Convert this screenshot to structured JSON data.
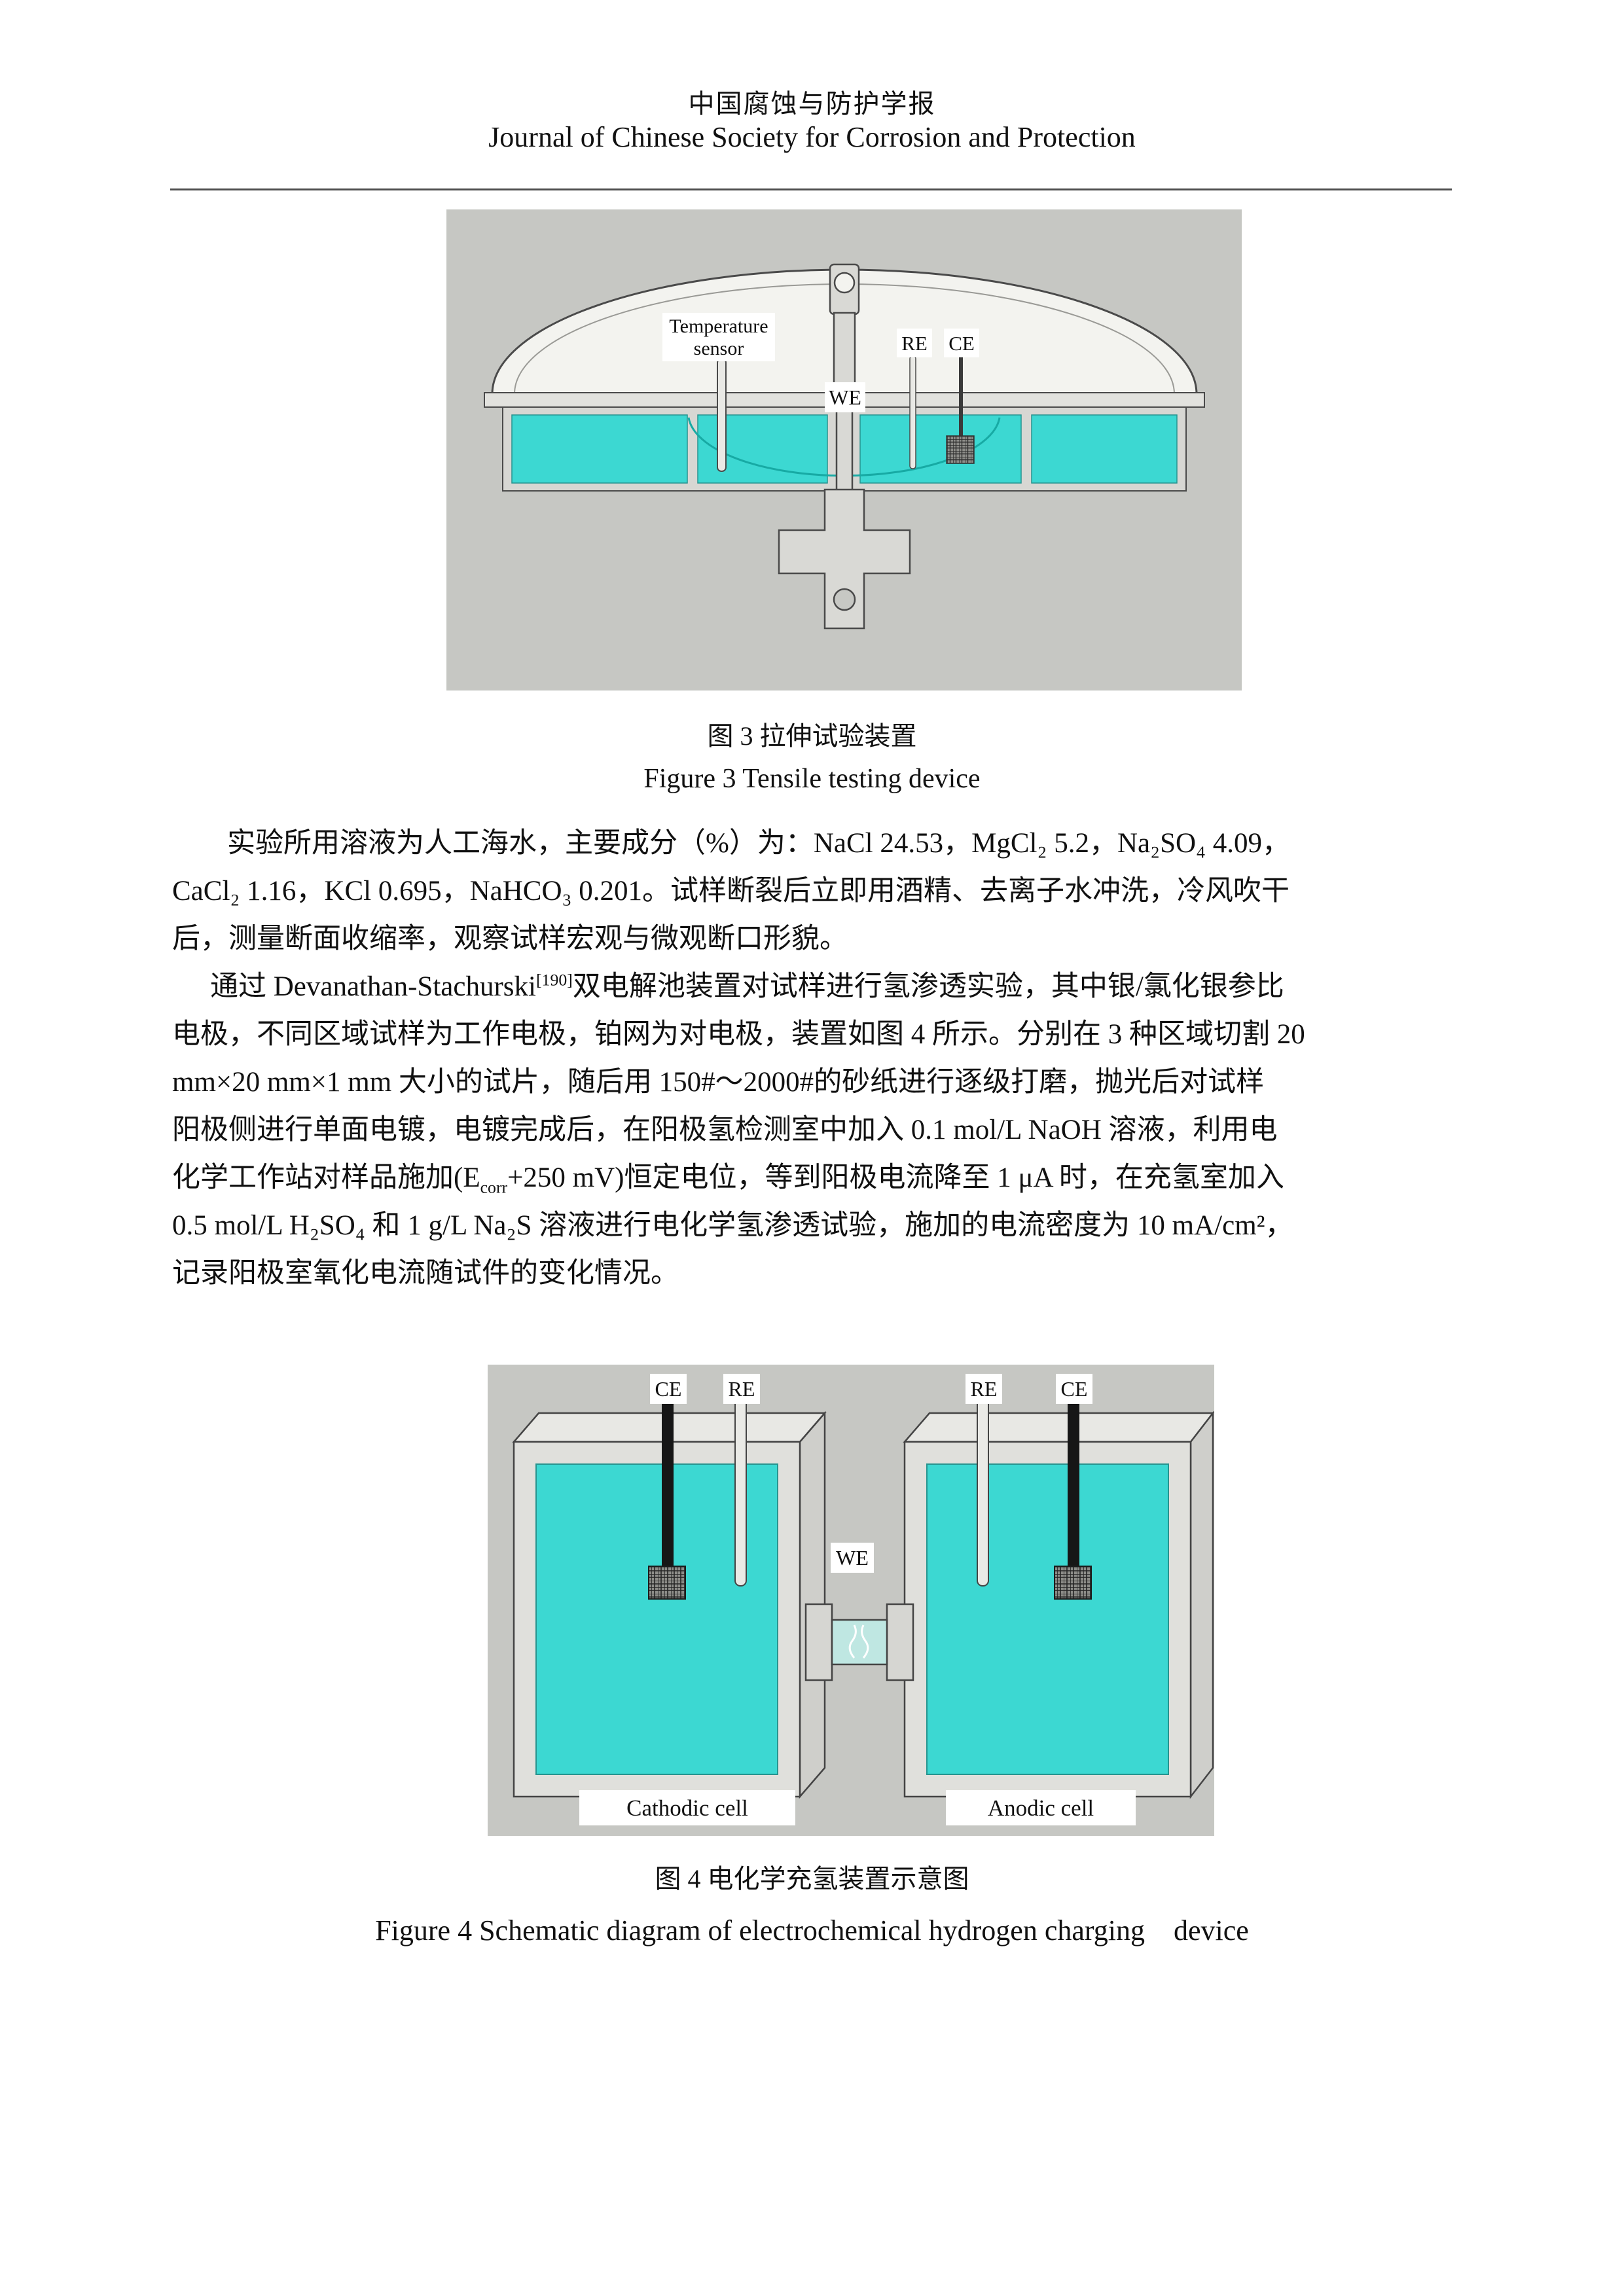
{
  "header": {
    "journal_cn": "中国腐蚀与防护学报",
    "journal_en": "Journal of Chinese Society for Corrosion and Protection"
  },
  "figure3": {
    "labels": {
      "temperature_line1": "Temperature",
      "temperature_line2": "sensor",
      "we": "WE",
      "re": "RE",
      "ce": "CE"
    },
    "caption_cn": "图 3 拉伸试验装置",
    "caption_en": "Figure 3 Tensile testing device"
  },
  "paragraph1": {
    "lines": [
      "实验所用溶液为人工海水，主要成分（%）为：NaCl 24.53，MgCl₂ 5.2，Na₂SO₄ 4.09，",
      "CaCl₂ 1.16，KCl 0.695，NaHCO₃ 0.201。试样断裂后立即用酒精、去离子水冲洗，冷风吹干",
      "后，测量断面收缩率，观察试样宏观与微观断口形貌。"
    ]
  },
  "paragraph2": {
    "line1_pre": "通过 Devanathan-Stachurski",
    "line1_sup": "[190]",
    "line1_post": "双电解池装置对试样进行氢渗透实验，其中银/氯化银参比",
    "line2": "电极，不同区域试样为工作电极，铂网为对电极，装置如图 4 所示。分别在 3 种区域切割 20",
    "line3": "mm×20 mm×1 mm 大小的试片，随后用 150#～2000#的砂纸进行逐级打磨，抛光后对试样",
    "line4": "阳极侧进行单面电镀，电镀完成后，在阳极氢检测室中加入 0.1 mol/L NaOH 溶液，利用电",
    "line5_pre": "化学工作站对样品施加(E",
    "line5_sub": "corr",
    "line5_post": "+250 mV)恒定电位，等到阳极电流降至 1 μA 时，在充氢室加入",
    "line6": "0.5 mol/L H₂SO₄ 和 1 g/L Na₂S 溶液进行电化学氢渗透试验，施加的电流密度为 10 mA/cm²，",
    "line7": "记录阳极室氧化电流随试件的变化情况。"
  },
  "figure4": {
    "labels": {
      "ce_left": "CE",
      "re_left": "RE",
      "re_right": "RE",
      "ce_right": "CE",
      "we": "WE",
      "cathodic_cell": "Cathodic cell",
      "anodic_cell": "Anodic cell"
    },
    "caption_cn": "图 4 电化学充氢装置示意图",
    "caption_en": "Figure 4 Schematic diagram of electrochemical hydrogen charging    device"
  },
  "colors": {
    "solution_cyan": "#3cd8d2",
    "figure_background": "#c6c7c3",
    "electrode_black": "#161616"
  }
}
